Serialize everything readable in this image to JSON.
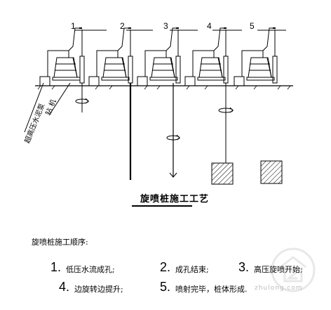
{
  "diagram": {
    "stage_numbers": [
      "1",
      "2",
      "3",
      "4",
      "5"
    ],
    "label_drill": "钻 机",
    "label_pump": "超高压水泥泵",
    "title": "旋喷桩施工工艺",
    "sequence_heading": "旋喷桩施工顺序:",
    "steps": [
      {
        "num": "1.",
        "text": "低压水流成孔;"
      },
      {
        "num": "2.",
        "text": "成孔结束;"
      },
      {
        "num": "3.",
        "text": "高压旋喷开始;"
      },
      {
        "num": "4.",
        "text": "边旋转边提升;"
      },
      {
        "num": "5.",
        "text": "喷射完毕，桩体形成."
      }
    ]
  },
  "watermark": {
    "text": "zhulong.com"
  }
}
